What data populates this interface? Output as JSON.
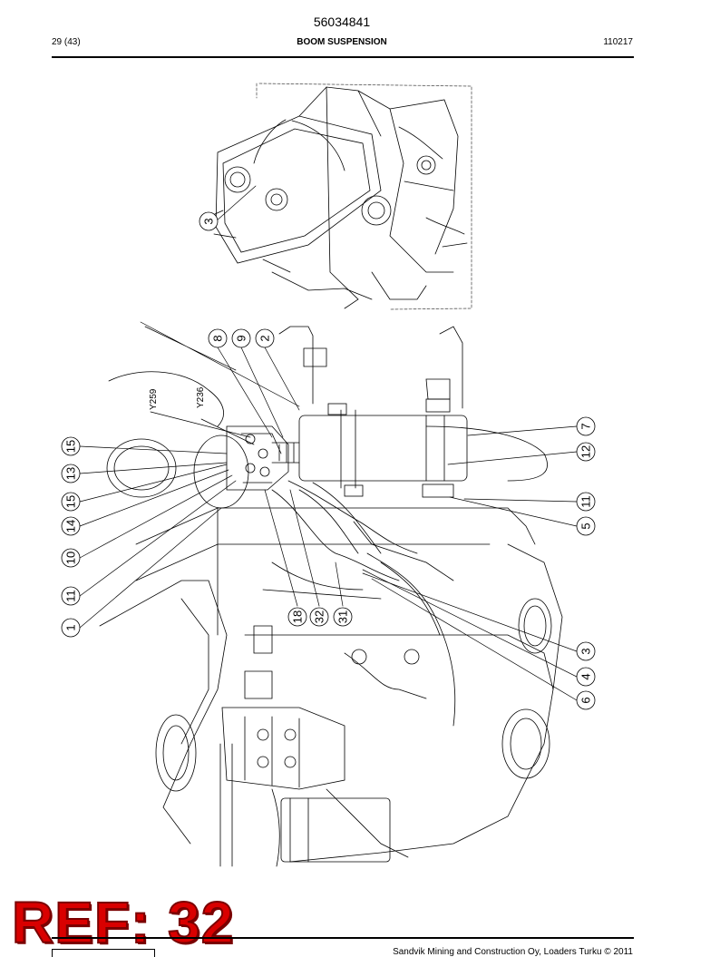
{
  "header": {
    "doc_number": "56034841",
    "page": "29 (43)",
    "title": "BOOM SUSPENSION",
    "code": "110217"
  },
  "stamp": {
    "text": "REF: 32",
    "color": "#d90000"
  },
  "footer": {
    "copyright": "Sandvik Mining and Construction Oy, Loaders Turku © 2011"
  },
  "drawing": {
    "top_callouts": [
      "3"
    ],
    "main_callouts": [
      "8",
      "9",
      "2",
      "7",
      "12",
      "11",
      "5",
      "3",
      "4",
      "6",
      "15",
      "13",
      "15",
      "14",
      "10",
      "11",
      "1",
      "18",
      "32",
      "31"
    ],
    "signal_labels": [
      "Y259",
      "Y236"
    ]
  }
}
